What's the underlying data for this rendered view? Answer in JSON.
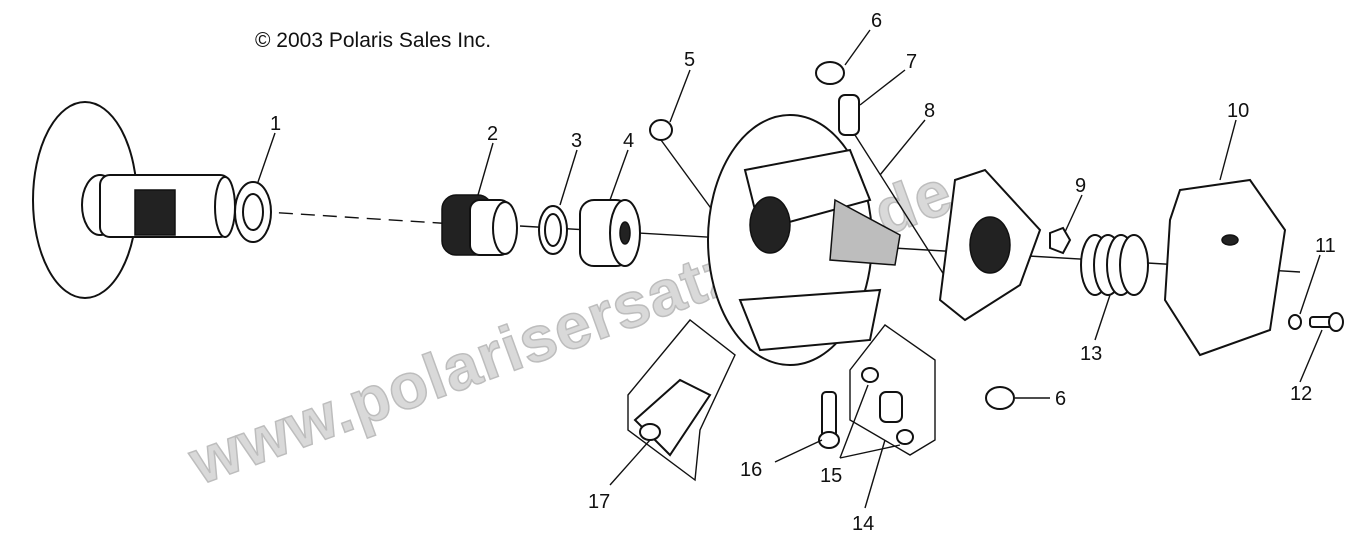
{
  "copyright": "© 2003 Polaris Sales Inc.",
  "watermark": "www.polarisersatzteile.de",
  "callouts": [
    {
      "id": "c1",
      "text": "1"
    },
    {
      "id": "c2",
      "text": "2"
    },
    {
      "id": "c3",
      "text": "3"
    },
    {
      "id": "c4",
      "text": "4"
    },
    {
      "id": "c5",
      "text": "5"
    },
    {
      "id": "c6a",
      "text": "6"
    },
    {
      "id": "c6b",
      "text": "6"
    },
    {
      "id": "c7",
      "text": "7"
    },
    {
      "id": "c8",
      "text": "8"
    },
    {
      "id": "c9",
      "text": "9"
    },
    {
      "id": "c10",
      "text": "10"
    },
    {
      "id": "c11",
      "text": "11"
    },
    {
      "id": "c12",
      "text": "12"
    },
    {
      "id": "c13",
      "text": "13"
    },
    {
      "id": "c14",
      "text": "14"
    },
    {
      "id": "c15",
      "text": "15"
    },
    {
      "id": "c16",
      "text": "16"
    },
    {
      "id": "c17",
      "text": "17"
    }
  ]
}
